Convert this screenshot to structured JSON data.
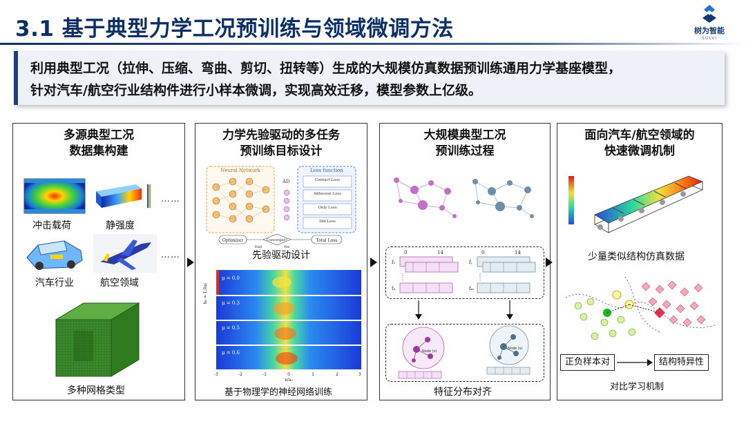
{
  "header": {
    "title": "3.1 基于典型力学工况预训练与领域微调方法",
    "logo_cn": "树为智能",
    "logo_en": "SOLVI"
  },
  "intro": {
    "line1": "利用典型工况（拉伸、压缩、弯曲、剪切、扭转等）生成的大规模仿真数据预训练通用力学基座模型，",
    "line2": "针对汽车/航空行业结构件进行小样本微调，实现高效迁移，模型参数上亿级。"
  },
  "panels": [
    {
      "title1": "多源典型工况",
      "title2": "数据集构建",
      "captions": [
        "冲击载荷",
        "静强度",
        "汽车行业",
        "航空领域",
        "多种网格类型"
      ],
      "ellipsis": "……"
    },
    {
      "title1": "力学先验驱动的多任务",
      "title2": "预训练目标设计",
      "nn_labels": {
        "nn_title": "Neural Network",
        "loss_title": "Loss function",
        "ad": "AD",
        "losses": [
          "Contact Loss",
          "Adhesion Loss",
          "Only Loss",
          "Std Loss"
        ],
        "optimizer": "Optimizer",
        "converged": "Converged?",
        "end": "End",
        "yes": "Yes",
        "total": "Total Loss"
      },
      "caption1": "先验驱动设计",
      "heatmap": {
        "mu_labels": [
          "μ = 0.0",
          "μ = 0.3",
          "μ = 0.5",
          "μ = 0.6"
        ],
        "x_ticks": [
          "-3",
          "-2",
          "-1",
          "0",
          "1",
          "2",
          "3"
        ],
        "xlabel": "x/a₀",
        "ylabel": "h₀ = 1.0a₀"
      },
      "caption2": "基于物理学的神经网络训练"
    },
    {
      "title1": "大规模典型工况",
      "title2": "预训练过程",
      "matrix_labels": [
        "0",
        "14",
        "f₁",
        "fₙ",
        "0",
        "14",
        "fⱼ",
        "fₘ"
      ],
      "node_label": "Node (x)",
      "caption": "特征分布对齐"
    },
    {
      "title1": "面向汽车/航空领域的",
      "title2": "快速微调机制",
      "caption1": "少量类似结构仿真数据",
      "box_left": "正负样本对",
      "box_right": "结构特异性",
      "caption2": "对比学习机制"
    }
  ],
  "colors": {
    "title_blue": "#0d2f66",
    "purple": "#b060b8",
    "blue_gray": "#6f8fa8"
  }
}
